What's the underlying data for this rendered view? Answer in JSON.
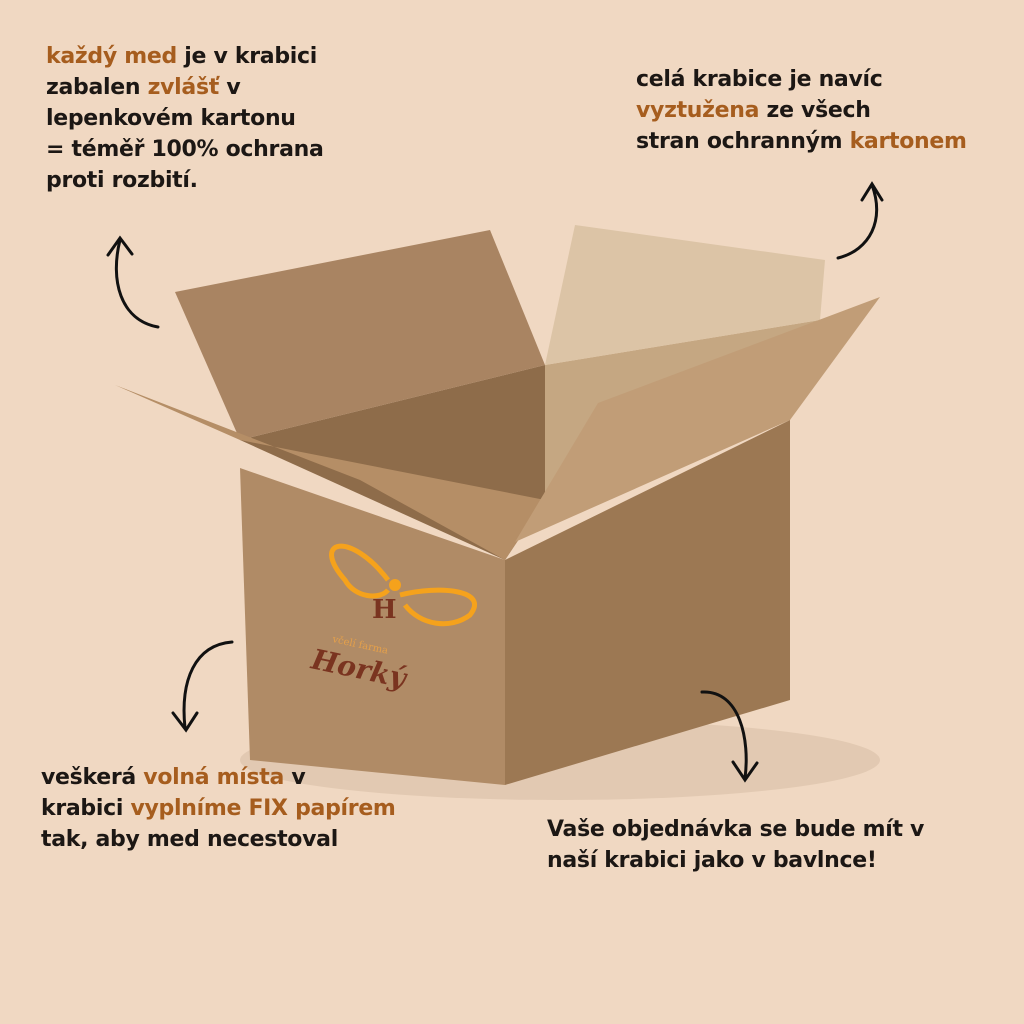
{
  "colors": {
    "background": "#f0d8c2",
    "text": "#1c1714",
    "accent": "#a65d1e",
    "logo_orange": "#f5a21c",
    "logo_brown": "#7a3420"
  },
  "logo": {
    "small_text": "včelí farma",
    "name": "Horký",
    "monogram": "H"
  },
  "notes": {
    "top_left": [
      [
        {
          "t": "každý med",
          "hl": true
        },
        {
          "t": " je v krabici",
          "hl": false
        }
      ],
      [
        {
          "t": "zabalen ",
          "hl": false
        },
        {
          "t": "zvlášť",
          "hl": true
        },
        {
          "t": " v",
          "hl": false
        }
      ],
      [
        {
          "t": "lepenkovém kartonu",
          "hl": false
        }
      ],
      [
        {
          "t": "= téměř 100% ochrana",
          "hl": false
        }
      ],
      [
        {
          "t": "proti rozbití.",
          "hl": false
        }
      ]
    ],
    "top_right": [
      [
        {
          "t": "celá krabice je navíc",
          "hl": false
        }
      ],
      [
        {
          "t": "vyztužena",
          "hl": true
        },
        {
          "t": " ze všech",
          "hl": false
        }
      ],
      [
        {
          "t": "stran ochranným ",
          "hl": false
        },
        {
          "t": "kartonem",
          "hl": true
        }
      ]
    ],
    "bottom_left": [
      [
        {
          "t": "veškerá ",
          "hl": false
        },
        {
          "t": "volná místa",
          "hl": true
        },
        {
          "t": " v",
          "hl": false
        }
      ],
      [
        {
          "t": "krabici ",
          "hl": false
        },
        {
          "t": "vyplníme FIX papírem",
          "hl": true
        }
      ],
      [
        {
          "t": "tak, aby med necestoval",
          "hl": false
        }
      ]
    ],
    "bottom_right": [
      [
        {
          "t": "Vaše objednávka se bude mít v",
          "hl": false
        }
      ],
      [
        {
          "t": "naší krabici jako v bavlnce!",
          "hl": false
        }
      ]
    ]
  }
}
